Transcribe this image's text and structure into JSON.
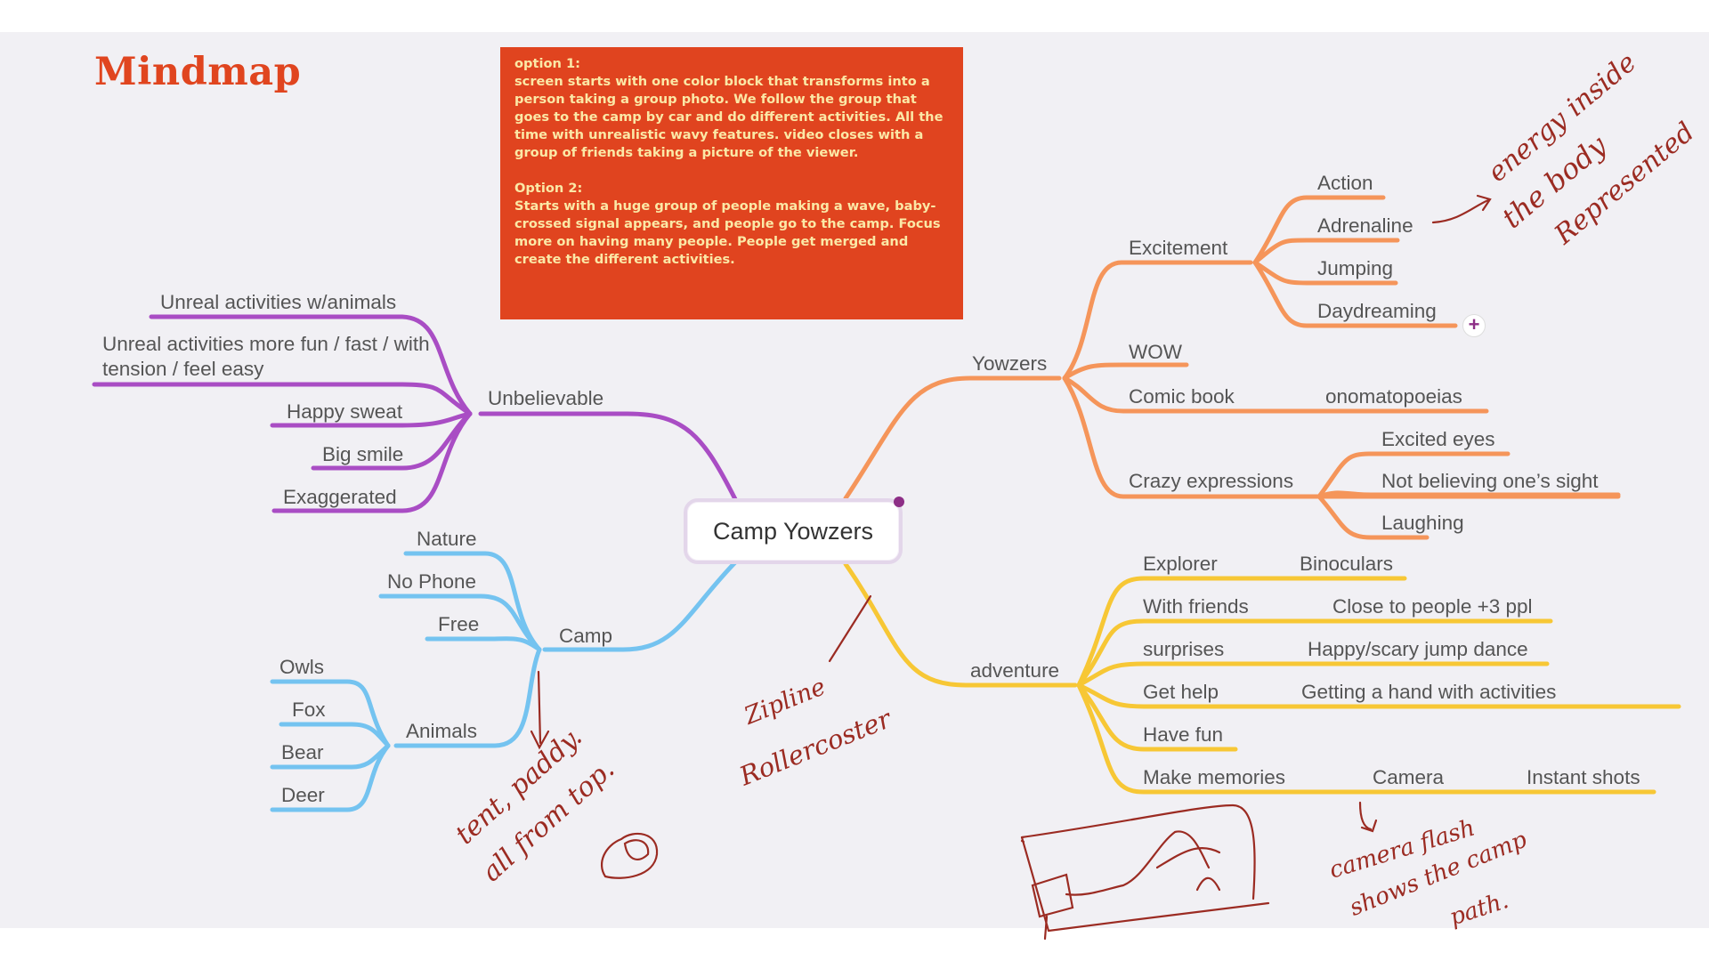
{
  "title": "Mindmap",
  "notes": {
    "option1_heading": "option 1:",
    "option1_text": "screen starts with one color block that transforms into a person taking a group photo. We follow the group that goes to the camp by car and do different activities. All the time with unrealistic wavy features. video closes with a group of friends taking a picture of the viewer.",
    "option2_heading": "Option 2:",
    "option2_text": "Starts with a huge group of people making a wave, baby-crossed signal appears, and people go to the camp. Focus more on having many people. People get merged and create the different activities."
  },
  "central": "Camp Yowzers",
  "colors": {
    "purple": "#a94dc4",
    "orange": "#f5955a",
    "blue": "#74c3f0",
    "yellow": "#f7c735",
    "notes_bg": "#e0441f",
    "notes_text": "#fbe8a6",
    "title": "#e0451f",
    "handwriting": "#9b2b22"
  },
  "branches": {
    "unbelievable": {
      "label": "Unbelievable",
      "children": [
        "Unreal activities w/animals",
        "Unreal activities more fun / fast / with tension / feel easy",
        "Happy sweat",
        "Big smile",
        "Exaggerated"
      ]
    },
    "camp": {
      "label": "Camp",
      "children": [
        "Nature",
        "No Phone",
        "Free"
      ],
      "animals": {
        "label": "Animals",
        "children": [
          "Owls",
          "Fox",
          "Bear",
          "Deer"
        ]
      }
    },
    "yowzers": {
      "label": "Yowzers",
      "excitement": {
        "label": "Excitement",
        "children": [
          "Action",
          "Adrenaline",
          "Jumping",
          "Daydreaming"
        ]
      },
      "wow": "WOW",
      "comic_book": {
        "label": "Comic book",
        "child": "onomatopoeias"
      },
      "crazy_expressions": {
        "label": "Crazy expressions",
        "children": [
          "Excited eyes",
          "Not believing one’s sight",
          "Laughing"
        ]
      }
    },
    "adventure": {
      "label": "adventure",
      "items": [
        {
          "label": "Explorer",
          "detail": "Binoculars"
        },
        {
          "label": "With friends",
          "detail": "Close to people +3 ppl"
        },
        {
          "label": "surprises",
          "detail": "Happy/scary jump dance"
        },
        {
          "label": "Get help",
          "detail": "Getting a hand with activities"
        },
        {
          "label": "Have fun",
          "detail": ""
        },
        {
          "label": "Make memories",
          "detail": "Camera",
          "detail2": "Instant shots"
        }
      ]
    }
  },
  "handwritten": {
    "energy_1": "energy inside",
    "energy_2": "the body",
    "energy_3": "Represented",
    "tent_1": "tent, paddy.",
    "tent_2": "all from top.",
    "zip_1": "Zipline",
    "zip_2": "Rollercoster",
    "camera_1": "camera flash",
    "camera_2": "shows the camp",
    "camera_3": "path."
  },
  "add_button": "+"
}
